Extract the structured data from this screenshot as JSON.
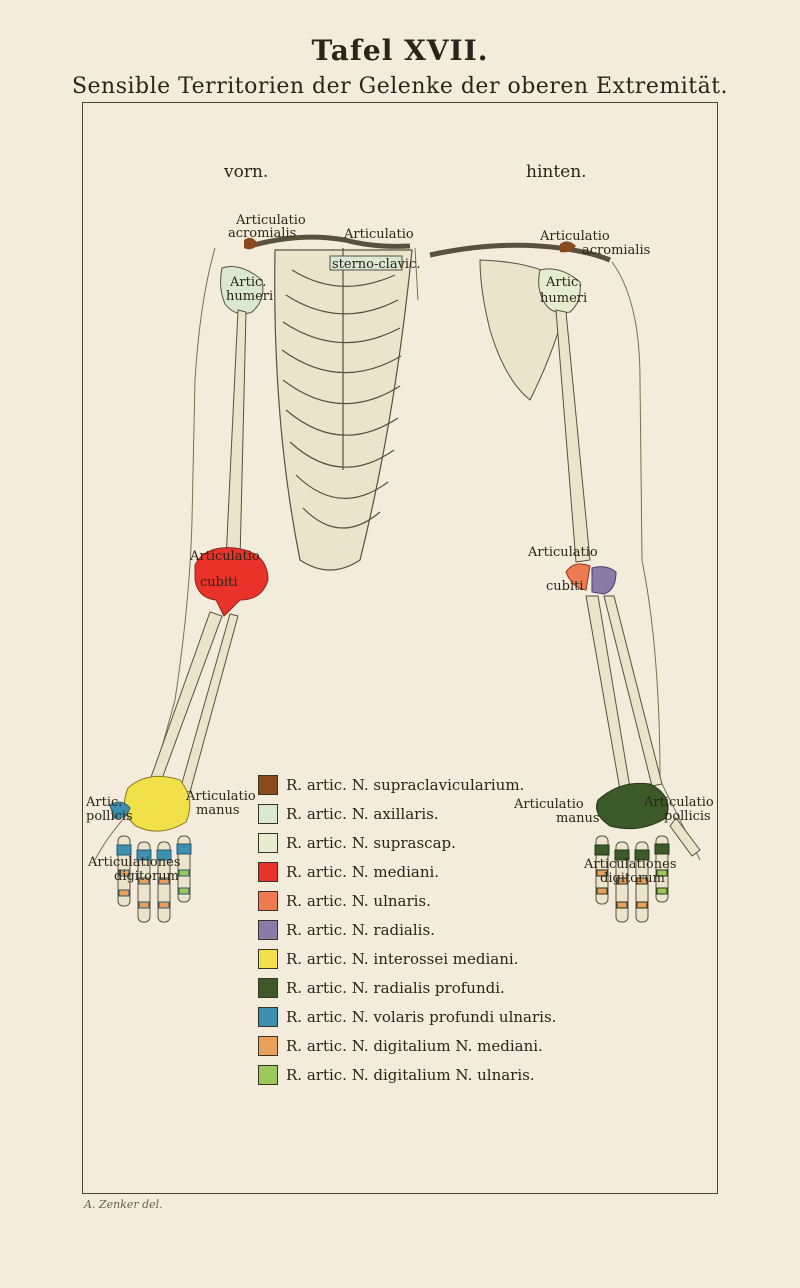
{
  "title": "Tafel XVII.",
  "subtitle": "Sensible Territorien der Gelenke der oberen Extremität.",
  "views": {
    "front": "vorn.",
    "back": "hinten."
  },
  "labels": {
    "acromialis_front_1": "Articulatio",
    "acromialis_front_2": "acromialis",
    "sternoclav_1": "Articulatio",
    "sternoclav_2": "sterno-clavic.",
    "humeri_front_1": "Artic.",
    "humeri_front_2": "humeri",
    "cubiti_front_1": "Articulatio",
    "cubiti_front_2": "cubiti",
    "pollicis_front_1": "Artic.",
    "pollicis_front_2": "pollicis",
    "manus_front_1": "Articulatio",
    "manus_front_2": "manus",
    "digitorum_front_1": "Articulationes",
    "digitorum_front_2": "digitorum",
    "acromialis_back_1": "Articulatio",
    "acromialis_back_2": "acromialis",
    "humeri_back_1": "Artic.",
    "humeri_back_2": "humeri",
    "cubiti_back_1": "Articulatio",
    "cubiti_back_2": "cubiti",
    "manus_back_1": "Articulatio",
    "manus_back_2": "manus",
    "pollicis_back_1": "Articulatio",
    "pollicis_back_2": "pollicis",
    "digitorum_back_1": "Articulationes",
    "digitorum_back_2": "digitorum"
  },
  "legend": [
    {
      "text": "R. artic. N. supraclavicularium.",
      "color": "#8a4a1c"
    },
    {
      "text": "R. artic. N. axillaris.",
      "color": "#d8e8d4"
    },
    {
      "text": "R. artic. N. suprascap.",
      "color": "#e6ecd0"
    },
    {
      "text": "R. artic. N. mediani.",
      "color": "#e8322a"
    },
    {
      "text": "R. artic. N. ulnaris.",
      "color": "#ee7a52"
    },
    {
      "text": "R. artic. N. radialis.",
      "color": "#8a7aa8"
    },
    {
      "text": "R. artic. N. interossei mediani.",
      "color": "#f1e04a"
    },
    {
      "text": "R. artic. N. radialis profundi.",
      "color": "#3c5a28"
    },
    {
      "text": "R. artic. N. volaris profundi ulnaris.",
      "color": "#3d8fb0"
    },
    {
      "text": "R. artic. N. digitalium N. mediani.",
      "color": "#e8a05a"
    },
    {
      "text": "R. artic. N. digitalium N. ulnaris.",
      "color": "#9cc85a"
    }
  ],
  "signature": "A. Zenker del.",
  "colors": {
    "bone_fill": "#ece3cc",
    "outline": "#5a5040",
    "background": "#f3ecdc"
  }
}
